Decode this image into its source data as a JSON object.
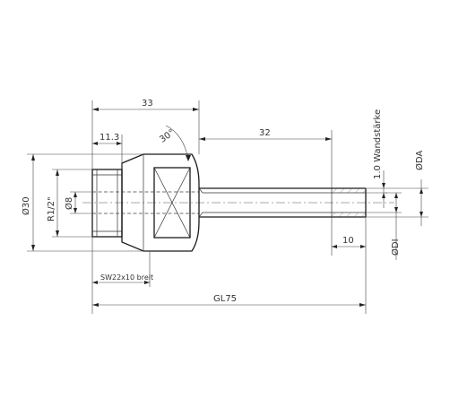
{
  "dimensions": {
    "overall_33": "33",
    "thread_11_3": "11.3",
    "angle_30": "30°",
    "tube_32": "32",
    "wall": "1.0 Wandstärke",
    "od_a": "ØDA",
    "d30": "Ø30",
    "r12": "R1/2\"",
    "d8": "Ø8",
    "sw": "SW22x10 breit",
    "len10": "10",
    "di": "ØDI",
    "gl75": "GL75"
  }
}
